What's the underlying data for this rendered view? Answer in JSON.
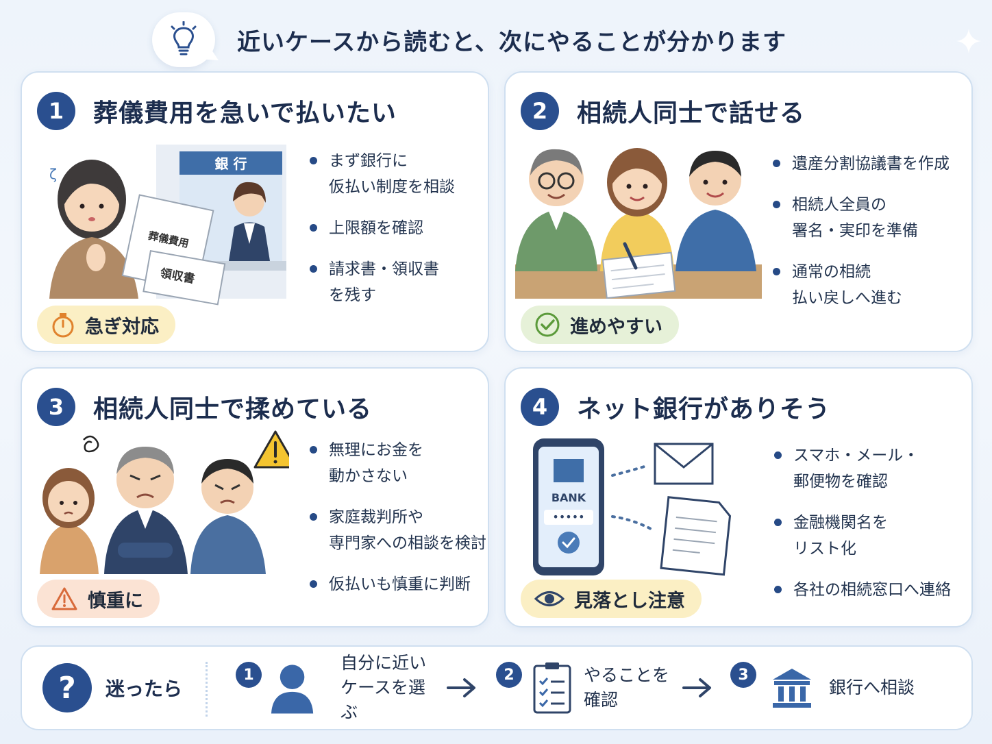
{
  "header": {
    "title": "近いケースから読むと、次にやることが分かります"
  },
  "cards": [
    {
      "number": "1",
      "title": "葬儀費用を急いで払いたい",
      "illustration": {
        "bank_sign": "銀 行",
        "doc1": "葬儀費用",
        "doc2": "領収書"
      },
      "bullets": [
        "まず銀行に\n仮払い制度を相談",
        "上限額を確認",
        "請求書・領収書\nを残す"
      ],
      "badge": {
        "label": "急ぎ対応",
        "icon": "stopwatch-icon",
        "color": "#fbefc4"
      }
    },
    {
      "number": "2",
      "title": "相続人同士で話せる",
      "bullets": [
        "遺産分割協議書を作成",
        "相続人全員の\n署名・実印を準備",
        "通常の相続\n払い戻しへ進む"
      ],
      "badge": {
        "label": "進めやすい",
        "icon": "check-circle-icon",
        "color": "#e6f1d8"
      }
    },
    {
      "number": "3",
      "title": "相続人同士で揉めている",
      "bullets": [
        "無理にお金を\n動かさない",
        "家庭裁判所や\n専門家への相談を検討",
        "仮払いも慎重に判断"
      ],
      "badge": {
        "label": "慎重に",
        "icon": "warning-icon",
        "color": "#fbe3d4"
      }
    },
    {
      "number": "4",
      "title": "ネット銀行がありそう",
      "illustration": {
        "bank_logo": "BANK",
        "password": "•••••"
      },
      "bullets": [
        "スマホ・メール・\n郵便物を確認",
        "金融機関名を\nリスト化",
        "各社の相続窓口へ連絡"
      ],
      "badge": {
        "label": "見落とし注意",
        "icon": "eye-icon",
        "color": "#fbefc4"
      }
    }
  ],
  "bottom": {
    "question_mark": "?",
    "label": "迷ったら",
    "steps": [
      {
        "number": "1",
        "icon": "person-icon",
        "text": "自分に近い\nケースを選ぶ"
      },
      {
        "number": "2",
        "icon": "checklist-icon",
        "text": "やることを\n確認"
      },
      {
        "number": "3",
        "icon": "bank-icon",
        "text": "銀行へ相談"
      }
    ]
  },
  "colors": {
    "accent": "#2a4f8f",
    "card_border": "#cfdff0",
    "background": "#eef4fb"
  }
}
